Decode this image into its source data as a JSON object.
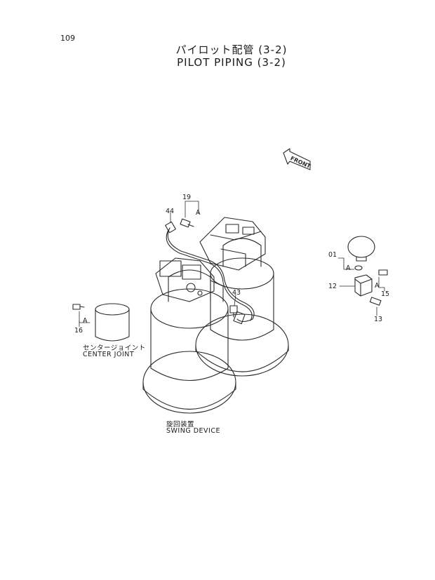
{
  "page": {
    "number": "109"
  },
  "title": {
    "japanese": "パイロット配管 (3-2)",
    "english": "PILOT PIPING (3-2)"
  },
  "front_marker": "FRONT",
  "callouts": {
    "n19": "19",
    "a_top": "A",
    "n44": "44",
    "n43": "43",
    "n01": "01",
    "a_right": "A",
    "n12": "12",
    "a_right2": "A",
    "n15": "15",
    "n13": "13",
    "n16": "16",
    "a_left": "A"
  },
  "labels": {
    "center_joint_jp": "センタージョイント",
    "center_joint_en": "CENTER JOINT",
    "swing_device_jp": "旋回装置",
    "swing_device_en": "SWING DEVICE"
  }
}
